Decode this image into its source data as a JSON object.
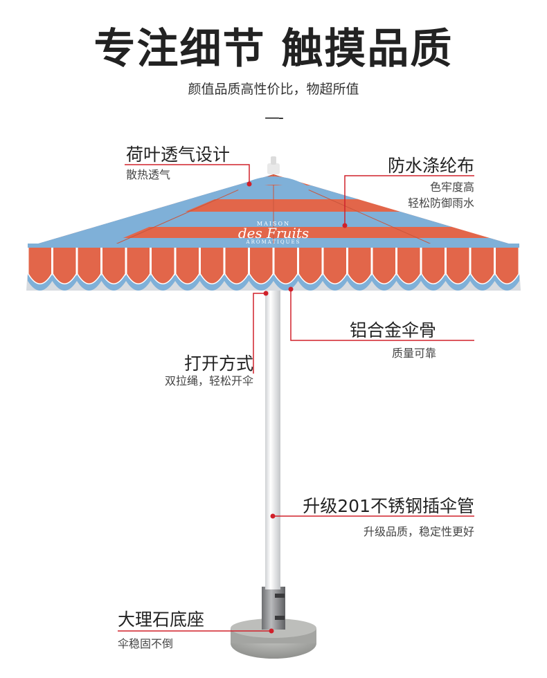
{
  "header": {
    "title": "专注细节 触摸品质",
    "subtitle": "颜值品质高性价比，物超所值",
    "dash": "—-"
  },
  "umbrella_logo": {
    "top": "MAISON",
    "main": "des Fruits",
    "bottom": "AROMATIQUES"
  },
  "features": [
    {
      "title": "荷叶透气设计",
      "desc": [
        "散热透气"
      ]
    },
    {
      "title": "防水涤纶布",
      "desc": [
        "色牢度高",
        "轻松防御雨水"
      ]
    },
    {
      "title": "铝合金伞骨",
      "desc": [
        "质量可靠"
      ]
    },
    {
      "title": "打开方式",
      "desc": [
        "双拉绳，轻松开伞"
      ]
    },
    {
      "title": "升级201不锈钢插伞管",
      "desc": [
        "升级品质，稳定性更好"
      ]
    },
    {
      "title": "大理石底座",
      "desc": [
        "伞稳固不倒"
      ]
    }
  ],
  "colors": {
    "canopy_orange": "#e2664a",
    "canopy_blue": "#7fb0d8",
    "callout_red": "#d0202a",
    "pole": "#ecedef",
    "base": "#a9aaa7"
  }
}
